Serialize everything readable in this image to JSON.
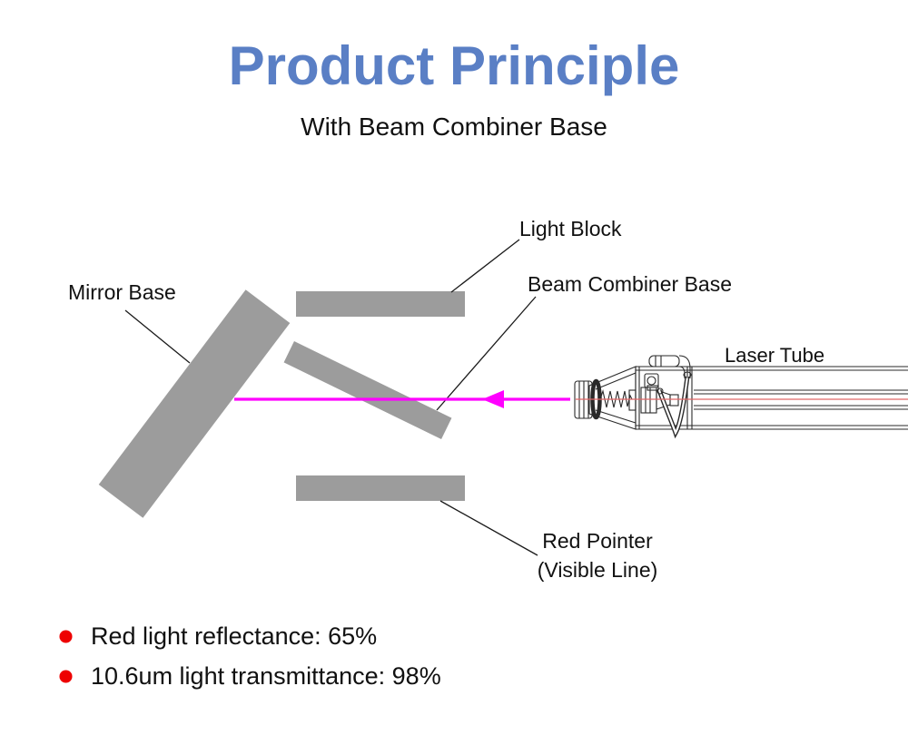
{
  "header": {
    "title": "Product Principle",
    "subtitle": "With Beam Combiner Base",
    "title_color": "#5a7fc5"
  },
  "diagram": {
    "labels": {
      "mirror_base": "Mirror Base",
      "light_block": "Light Block",
      "beam_combiner_base": "Beam Combiner Base",
      "laser_tube": "Laser Tube",
      "red_pointer_1": "Red Pointer",
      "red_pointer_2": "(Visible Line)"
    },
    "colors": {
      "block_gray": "#9c9c9c",
      "beam_magenta": "#ff00ff",
      "red_beam": "#e06666",
      "line_black": "#1a1a1a"
    }
  },
  "bullets": {
    "dot_color": "#ee0000",
    "items": [
      {
        "text": "Red light reflectance: 65%"
      },
      {
        "text": "10.6um light transmittance: 98%"
      }
    ]
  }
}
